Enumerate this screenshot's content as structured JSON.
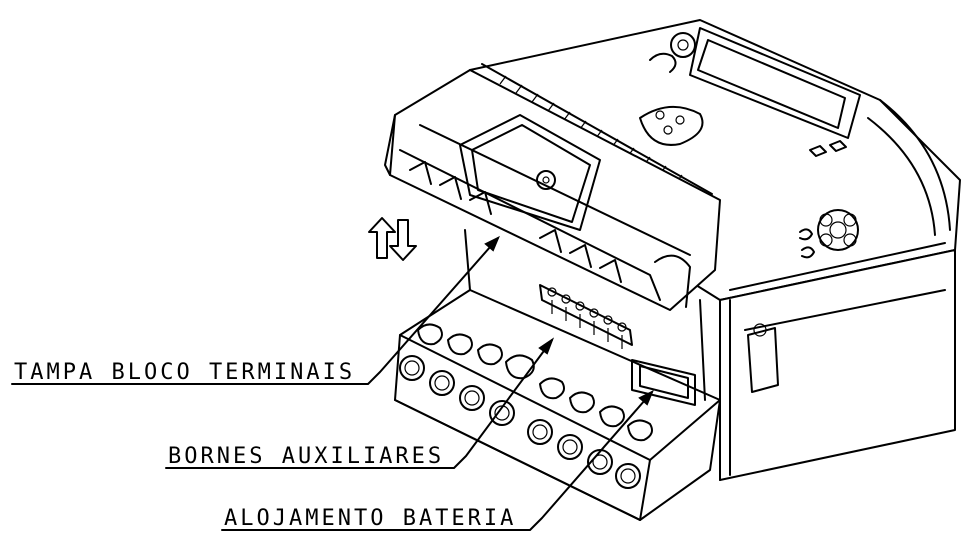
{
  "callouts": [
    {
      "id": "tampa",
      "label": "TAMPA BLOCO TERMINAIS"
    },
    {
      "id": "bornes",
      "label": "BORNES AUXILIARES"
    },
    {
      "id": "alojamento",
      "label": "ALOJAMENTO BATERIA"
    }
  ],
  "arrows_symbol": "up-down-arrows",
  "colors": {
    "line": "#000000",
    "background": "#ffffff"
  }
}
